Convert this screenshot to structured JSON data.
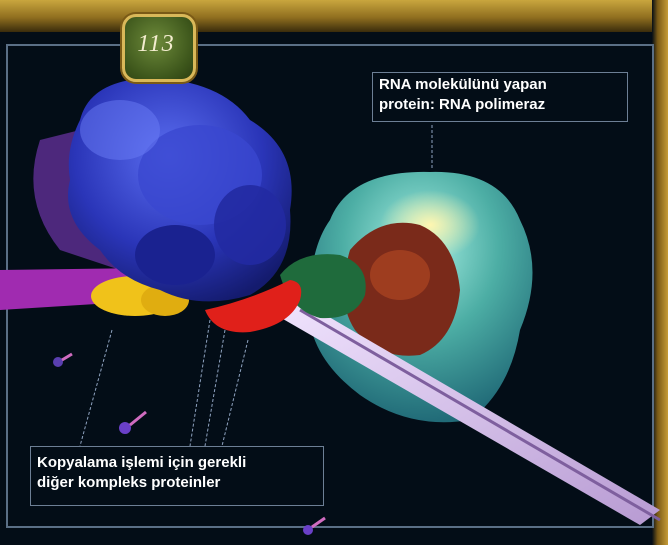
{
  "page_number": "113",
  "labels": {
    "rna_polymerase": {
      "line1": "RNA  molekülünü yapan",
      "line2": "protein: RNA polimeraz"
    },
    "complex_proteins": {
      "line1": "Kopyalama işlemi için gerekli",
      "line2": "diğer kompleks proteinler"
    }
  },
  "colors": {
    "background": "#030d17",
    "frame": "#5a6f86",
    "gold": "#c9a63e",
    "protein_blue": "#2a35b8",
    "polymerase_cyan": "#5fd6c8",
    "dna_strand": "#d8c3e8"
  }
}
